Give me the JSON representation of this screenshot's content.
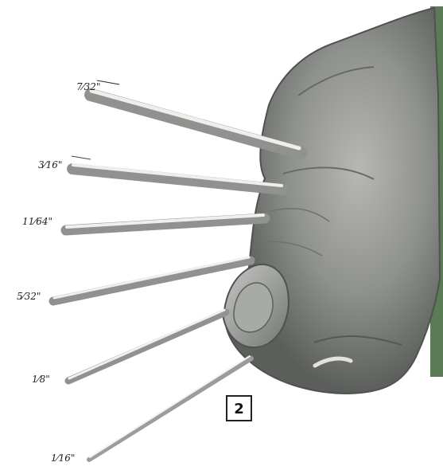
{
  "figure_number": "2",
  "rod_sizes": [
    {
      "label": "7⁄32\""
    },
    {
      "label": "3⁄16\""
    },
    {
      "label": "11⁄64\""
    },
    {
      "label": "5⁄32\""
    },
    {
      "label": "1⁄8\""
    },
    {
      "label": "1⁄16\""
    }
  ],
  "colors": {
    "hand_base": "#8d8f8c",
    "hand_dark": "#5f625f",
    "hand_light": "#b8bab6",
    "rod_base": "#c4c6c3",
    "rod_highlight": "#f1f1ef",
    "rod_shadow": "#8f928f",
    "edge_green": "#5b7a56"
  }
}
